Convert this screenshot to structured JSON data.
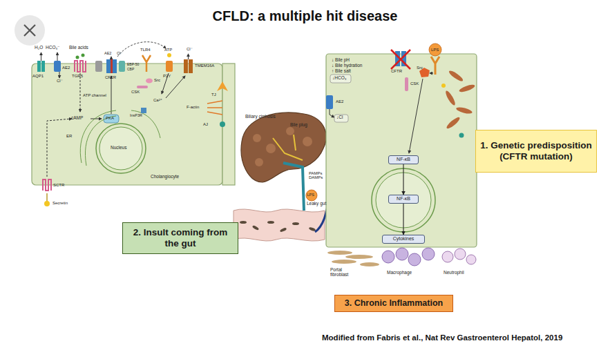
{
  "diagram": {
    "title": "CFLD: a multiple hit disease",
    "caption": "Modified from Fabris et al., Nat Rev Gastroenterol Hepatol, 2019",
    "nodes": [
      {
        "text": [
          "1. Genetic predisposition (CFTR mutation)"
        ]
      },
      {
        "text": [
          "2. Insult coming from the gut"
        ]
      },
      {
        "text": [
          "3. Chronic Inflammation"
        ]
      },
      {
        "text": [
          "NF-κB"
        ]
      },
      {
        "text": [
          "NF-κB"
        ]
      },
      {
        "text": [
          "Cytokines"
        ]
      }
    ],
    "edges": [
      {
        "from": 3,
        "to": 4,
        "arrow": "to"
      },
      {
        "from": 4,
        "to": 5,
        "arrow": "to"
      }
    ],
    "labels": [
      "H₂O",
      "HCO₃⁻",
      "Bile acids",
      "AQP1",
      "AE2",
      "Cl⁻",
      "TGR5",
      "cAMP",
      "PKA",
      "ATP channel",
      "AE2",
      "Cl⁻",
      "EBP-50",
      "CBP",
      "CFTR",
      "TLR4",
      "Src",
      "CSK",
      "ATP",
      "P2Y",
      "TMEM16A",
      "Cl⁻",
      "Ca²⁺",
      "InsP3R",
      "F-actin",
      "TJ",
      "AJ",
      "ER",
      "Nucleus",
      "Cholangiocyte",
      "SCTR",
      "Secretin",
      "Biliary cirrhosis",
      "Bile plug",
      "PAMPs DAMPs",
      "LPS",
      "Leaky gut",
      "↓ Bile pH",
      "↓ Bile hydration",
      "↑ Bile salt",
      "↓HCO₃",
      "AE2",
      "↓Cl",
      "Src",
      "CFTR",
      "CSK",
      "LPS",
      "Portal fibroblast",
      "Macrophage",
      "Neutrophil"
    ]
  }
}
